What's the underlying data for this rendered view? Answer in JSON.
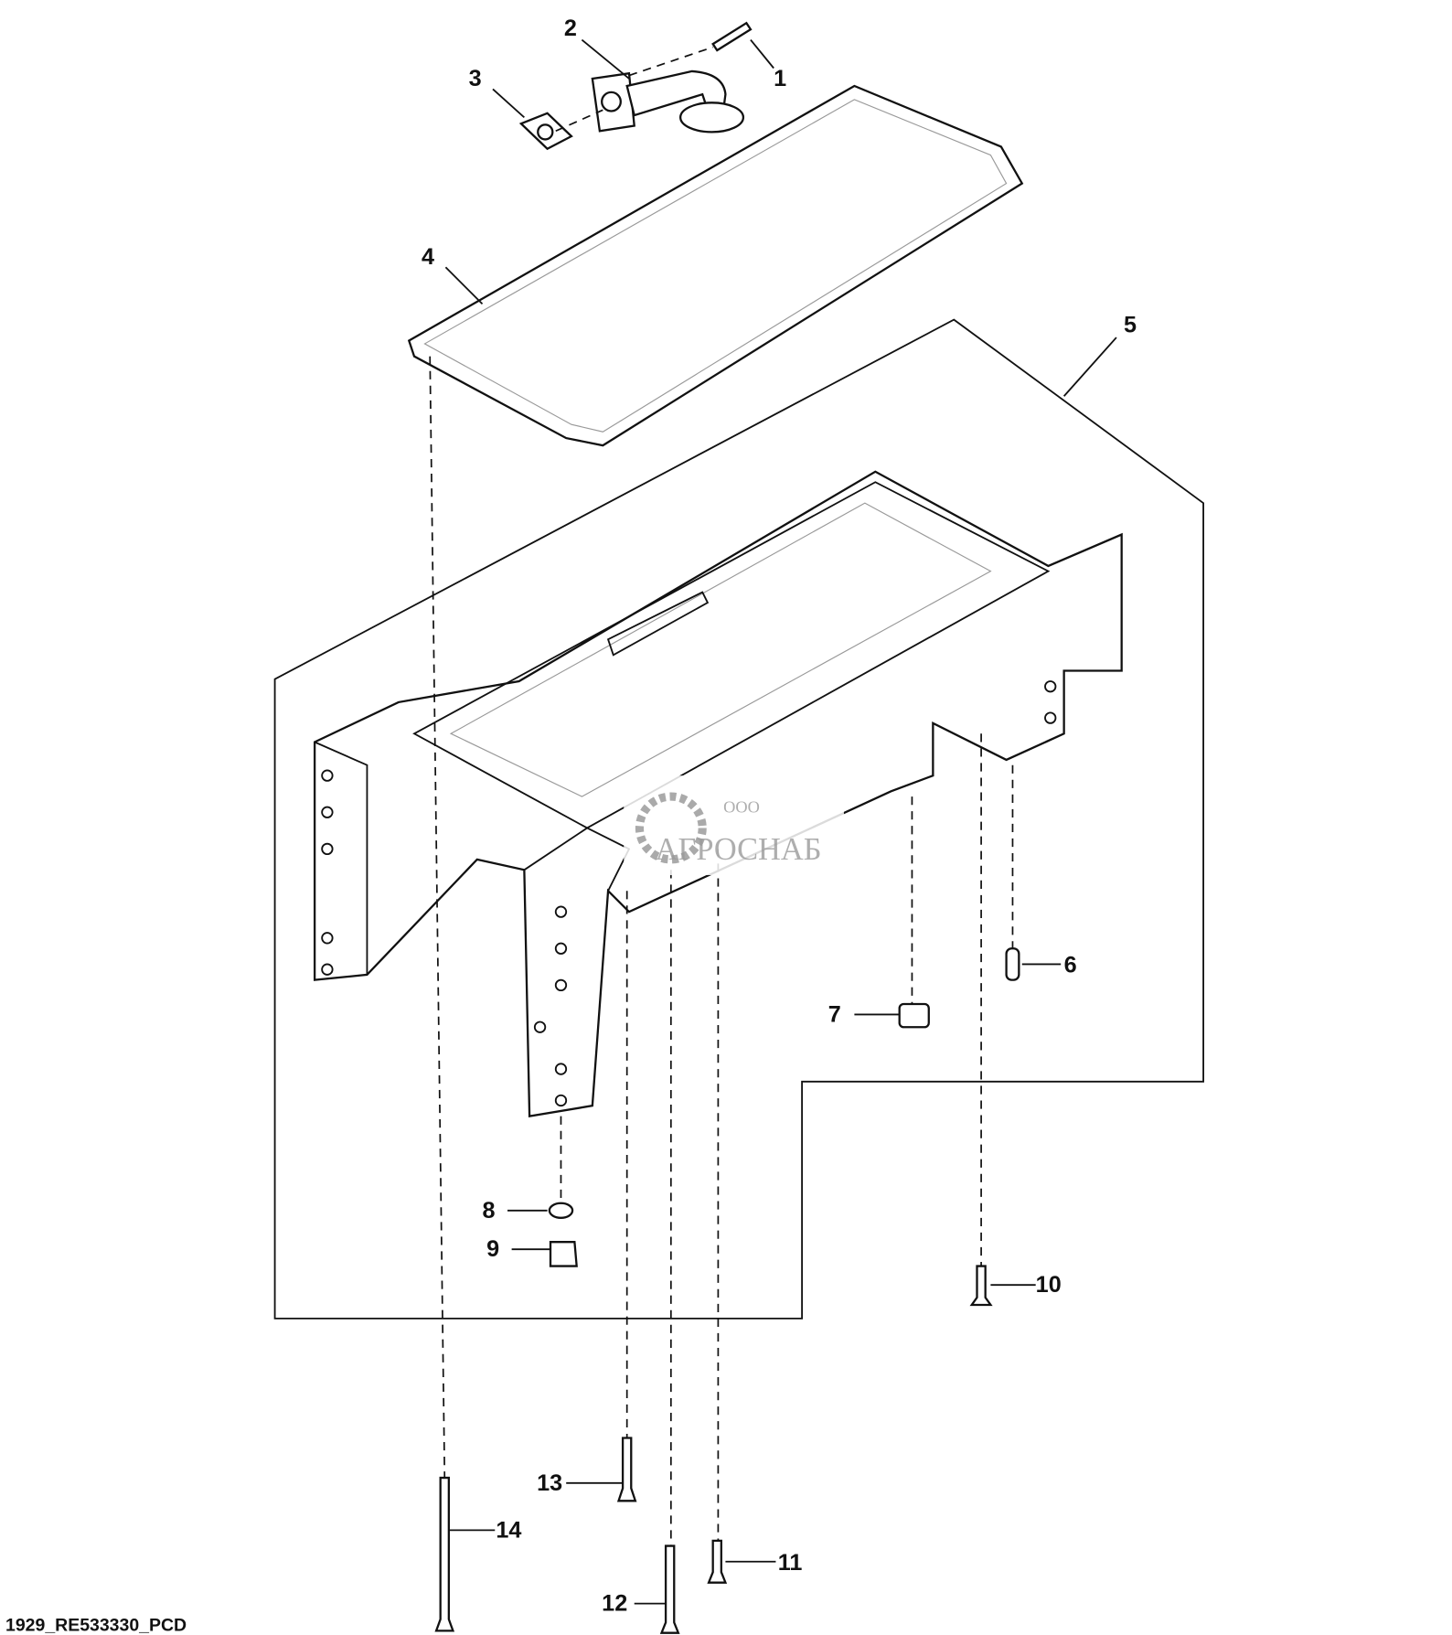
{
  "diagram": {
    "callouts": [
      "1",
      "2",
      "3",
      "4",
      "5",
      "6",
      "7",
      "8",
      "9",
      "10",
      "11",
      "12",
      "13",
      "14"
    ],
    "footer_code": "1929_RE533330_PCD",
    "watermark": {
      "prefix": "ООО",
      "name": "АГРОСНАБ"
    }
  }
}
